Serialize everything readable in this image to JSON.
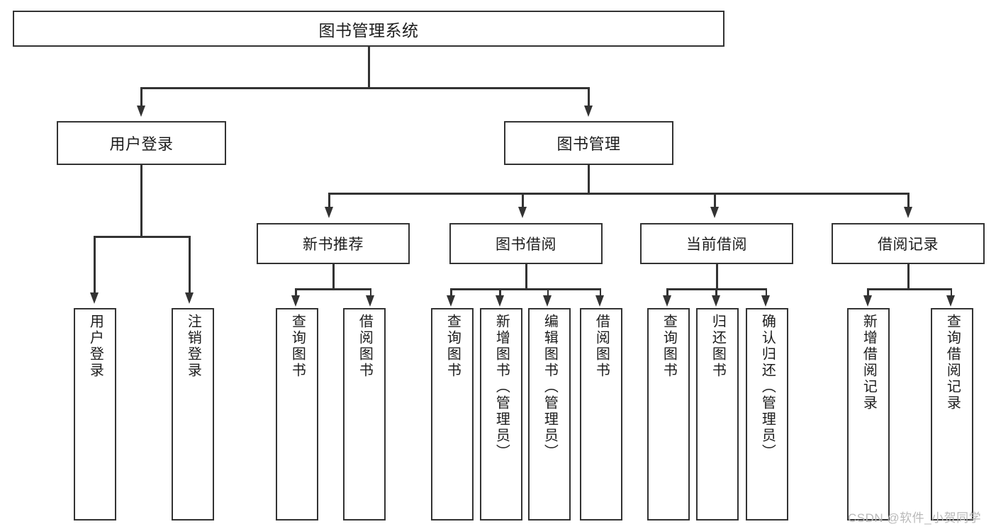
{
  "diagram": {
    "title": "图书管理系统",
    "type": "hierarchy-tree",
    "background_color": "#ffffff",
    "line_color": "#333333",
    "text_color": "#1d1d1d"
  },
  "nodes": {
    "root": {
      "label": "图书管理系统",
      "level": 1
    },
    "level2": [
      {
        "id": "user-login",
        "label": "用户登录"
      },
      {
        "id": "book-manage",
        "label": "图书管理"
      }
    ],
    "level3": [
      {
        "id": "new-book-rec",
        "label": "新书推荐"
      },
      {
        "id": "book-borrow",
        "label": "图书借阅"
      },
      {
        "id": "current-borrow",
        "label": "当前借阅"
      },
      {
        "id": "borrow-record",
        "label": "借阅记录"
      }
    ],
    "leaves": [
      {
        "id": "leaf-user-login",
        "label": "用户登录",
        "parent": "user-login"
      },
      {
        "id": "leaf-logout",
        "label": "注销登录",
        "parent": "user-login"
      },
      {
        "id": "leaf-query-book-1",
        "label": "查询图书",
        "parent": "new-book-rec"
      },
      {
        "id": "leaf-borrow-book-1",
        "label": "借阅图书",
        "parent": "new-book-rec"
      },
      {
        "id": "leaf-query-book-2",
        "label": "查询图书",
        "parent": "book-borrow"
      },
      {
        "id": "leaf-add-book",
        "label": "新增图书（管理员）",
        "parent": "book-borrow"
      },
      {
        "id": "leaf-edit-book",
        "label": "编辑图书（管理员）",
        "parent": "book-borrow"
      },
      {
        "id": "leaf-borrow-book-2",
        "label": "借阅图书",
        "parent": "book-borrow"
      },
      {
        "id": "leaf-query-book-3",
        "label": "查询图书",
        "parent": "current-borrow"
      },
      {
        "id": "leaf-return-book",
        "label": "归还图书",
        "parent": "current-borrow"
      },
      {
        "id": "leaf-confirm-return",
        "label": "确认归还（管理员）",
        "parent": "current-borrow"
      },
      {
        "id": "leaf-add-record",
        "label": "新增借阅记录",
        "parent": "borrow-record"
      },
      {
        "id": "leaf-query-record",
        "label": "查询借阅记录",
        "parent": "borrow-record"
      }
    ]
  },
  "watermark": {
    "text": "CSDN @软件_小贺同学"
  }
}
